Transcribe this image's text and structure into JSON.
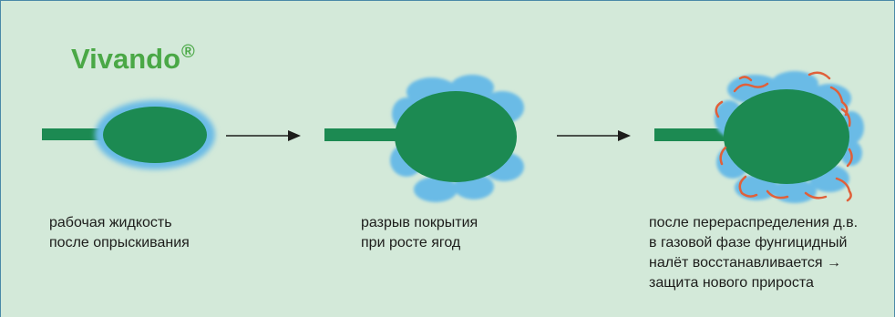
{
  "title": {
    "brand": "Vivando",
    "mark": "®"
  },
  "colors": {
    "background": "#d3e9d9",
    "brand": "#4aa846",
    "berry": "#1c8a52",
    "coating": "#6bbbe6",
    "mycelium": "#e0603a",
    "arrow": "#1d1d1b"
  },
  "stages": [
    {
      "lines": [
        "рабочая жидкость",
        "после опрыскивания"
      ]
    },
    {
      "lines": [
        "разрыв покрытия",
        "при росте ягод"
      ]
    },
    {
      "lines": [
        "после перераспределения д.в.",
        "в газовой фазе фунгицидный",
        "налёт восстанавливается →",
        "защита нового прироста"
      ]
    }
  ]
}
